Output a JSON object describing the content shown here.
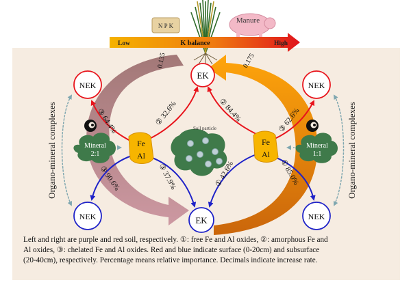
{
  "top": {
    "npk_label": "N P K",
    "manure_label": "Manure",
    "low_label": "Low",
    "k_balance_label": "K balance",
    "high_label": "High",
    "rate_left": "0.135",
    "rate_right": "0.175"
  },
  "nodes": {
    "ek_top": "EK",
    "ek_bottom": "EK",
    "nek_top_left": "NEK",
    "nek_bottom_left": "NEK",
    "nek_top_right": "NEK",
    "nek_bottom_right": "NEK",
    "fe_left": "Fe",
    "al_left": "Al",
    "fe_right": "Fe",
    "al_right": "Al",
    "mineral_left_1": "Mineral",
    "mineral_left_2": "2:1",
    "mineral_right_1": "Mineral",
    "mineral_right_2": "1:1",
    "soil_particle": "Soil particle"
  },
  "side_labels": {
    "left": "Organo-mineral complexes",
    "right": "Organo-mineral complexes"
  },
  "pathways": {
    "left_top_nek": "③ 64.4%",
    "left_top_ek": "② 32.6%",
    "left_bottom_nek": "③ 90.6%",
    "left_bottom_ek": "③ 37.9%",
    "right_top_ek": "② 84.4%",
    "right_top_nek": "③ 62.6%",
    "right_bottom_ek": "① 42.6%",
    "right_bottom_nek": "① 85.0%"
  },
  "caption": {
    "line1": "Left and right are purple and red soil, respectively. ①: free Fe and Al oxides, ②: amorphous Fe and",
    "line2": "Al oxides, ③: chelated Fe and Al oxides. Red and blue indicate surface (0-20cm) and subsurface",
    "line3": "(20-40cm), respectively. Percentage means relative importance. Decimals indicate increase rate."
  },
  "colors": {
    "background_panel": "#f6ece1",
    "surface_red": "#e8141c",
    "subsurface_blue": "#1e22c8",
    "purple_soil_arrow": "#a8737e",
    "red_soil_arrow": "#ee8a00",
    "oxide_yellow": "#f7b500",
    "mineral_green": "#3f7a4a",
    "dotted_teal": "#7fa7b0"
  }
}
